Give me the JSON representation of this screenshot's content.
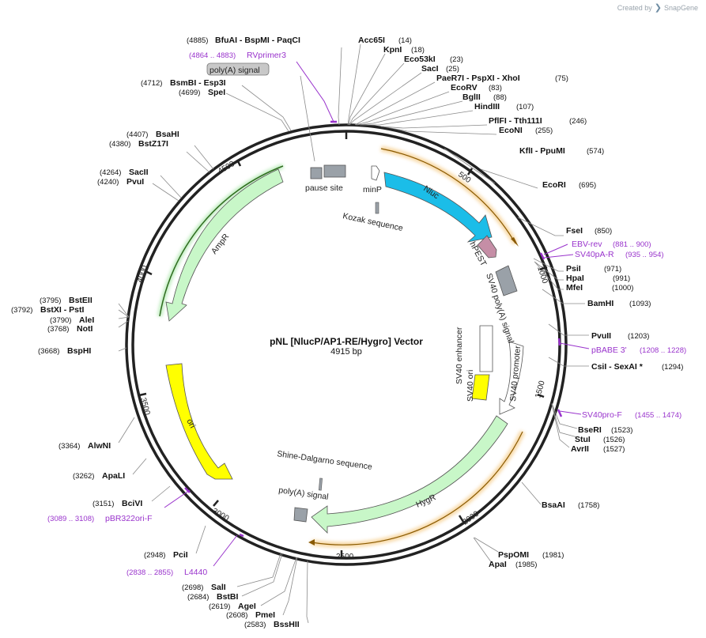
{
  "title": "pNL [NlucP/AP1-RE/Hygro] Vector",
  "length": "4915 bp",
  "watermark": {
    "created_by": "Created by",
    "brand": "SnapGene",
    "logo_icon": "snapgene-logo-icon"
  },
  "ticks": [
    "500",
    "1000",
    "1500",
    "2000",
    "2500",
    "3000",
    "3500",
    "4000",
    "4500"
  ],
  "colors": {
    "backbone": "#222222",
    "enzyme_line": "#8a8a8a",
    "primer": "#9933cc",
    "orf_glow": "#f3bf6b",
    "nluc": "#1bbde8",
    "hpest": "#c58ea6",
    "signal": "#9aa1a8",
    "hygr": "#c8f7c8",
    "ampr": "#c8f7c8",
    "ori": "#ffff00",
    "sv40": "#ffffff",
    "minp": "#ffffff"
  },
  "enzymes_right": [
    {
      "name": "Acc65I",
      "pos": "(14)"
    },
    {
      "name": "KpnI",
      "pos": "(18)"
    },
    {
      "name": "Eco53kI",
      "pos": "(23)"
    },
    {
      "name": "SacI",
      "pos": "(25)"
    },
    {
      "name": "PaeR7I  -  PspXI  -  XhoI",
      "pos": "(75)"
    },
    {
      "name": "EcoRV",
      "pos": "(83)"
    },
    {
      "name": "BglII",
      "pos": "(88)"
    },
    {
      "name": "HindIII",
      "pos": "(107)"
    },
    {
      "name": "PflFI  -  Tth111I",
      "pos": "(246)"
    },
    {
      "name": "EcoNI",
      "pos": "(255)"
    },
    {
      "name": "KflI  -  PpuMI",
      "pos": "(574)"
    },
    {
      "name": "EcoRI",
      "pos": "(695)"
    },
    {
      "name": "FseI",
      "pos": "(850)"
    },
    {
      "name": "PsiI",
      "pos": "(971)"
    },
    {
      "name": "HpaI",
      "pos": "(991)"
    },
    {
      "name": "MfeI",
      "pos": "(1000)"
    },
    {
      "name": "BamHI",
      "pos": "(1093)"
    },
    {
      "name": "PvuII",
      "pos": "(1203)"
    },
    {
      "name": "CsiI  -  SexAI *",
      "pos": "(1294)"
    },
    {
      "name": "BseRI",
      "pos": "(1523)"
    },
    {
      "name": "StuI",
      "pos": "(1526)"
    },
    {
      "name": "AvrII",
      "pos": "(1527)"
    },
    {
      "name": "BsaAI",
      "pos": "(1758)"
    },
    {
      "name": "PspOMI",
      "pos": "(1981)"
    },
    {
      "name": "ApaI",
      "pos": "(1985)"
    }
  ],
  "enzymes_left": [
    {
      "name": "BfuAI  -  BspMI  -  PaqCI",
      "pos": "(4885)"
    },
    {
      "name": "BsmBI  -  Esp3I",
      "pos": "(4712)"
    },
    {
      "name": "SpeI",
      "pos": "(4699)"
    },
    {
      "name": "BsaHI",
      "pos": "(4407)"
    },
    {
      "name": "BstZ17I",
      "pos": "(4380)"
    },
    {
      "name": "SacII",
      "pos": "(4264)"
    },
    {
      "name": "PvuI",
      "pos": "(4240)"
    },
    {
      "name": "BstEII",
      "pos": "(3795)"
    },
    {
      "name": "BstXI  -  PstI",
      "pos": "(3792)"
    },
    {
      "name": "AleI",
      "pos": "(3790)"
    },
    {
      "name": "NotI",
      "pos": "(3768)"
    },
    {
      "name": "BspHI",
      "pos": "(3668)"
    },
    {
      "name": "AlwNI",
      "pos": "(3364)"
    },
    {
      "name": "ApaLI",
      "pos": "(3262)"
    },
    {
      "name": "BciVI",
      "pos": "(3151)"
    },
    {
      "name": "PciI",
      "pos": "(2948)"
    },
    {
      "name": "SalI",
      "pos": "(2698)"
    },
    {
      "name": "BstBI",
      "pos": "(2684)"
    },
    {
      "name": "AgeI",
      "pos": "(2619)"
    },
    {
      "name": "PmeI",
      "pos": "(2608)"
    },
    {
      "name": "BssHII",
      "pos": "(2583)"
    }
  ],
  "primers": [
    {
      "name": "RVprimer3",
      "range": "(4864 .. 4883)"
    },
    {
      "name": "EBV-rev",
      "range": "(881 .. 900)"
    },
    {
      "name": "SV40pA-R",
      "range": "(935 .. 954)"
    },
    {
      "name": "pBABE 3'",
      "range": "(1208 .. 1228)"
    },
    {
      "name": "SV40pro-F",
      "range": "(1455 .. 1474)"
    },
    {
      "name": "pBR322ori-F",
      "range": "(3089 .. 3108)"
    },
    {
      "name": "L4440",
      "range": "(2838 .. 2855)"
    }
  ],
  "features": [
    "poly(A) signal",
    "pause site",
    "minP",
    "Kozak sequence",
    "Nluc",
    "hPEST",
    "SV40 poly(A) signal",
    "SV40 enhancer",
    "SV40 ori",
    "SV40 promoter",
    "HygR",
    "Shine-Dalgarno sequence",
    "poly(A) signal",
    "ori",
    "AmpR"
  ]
}
